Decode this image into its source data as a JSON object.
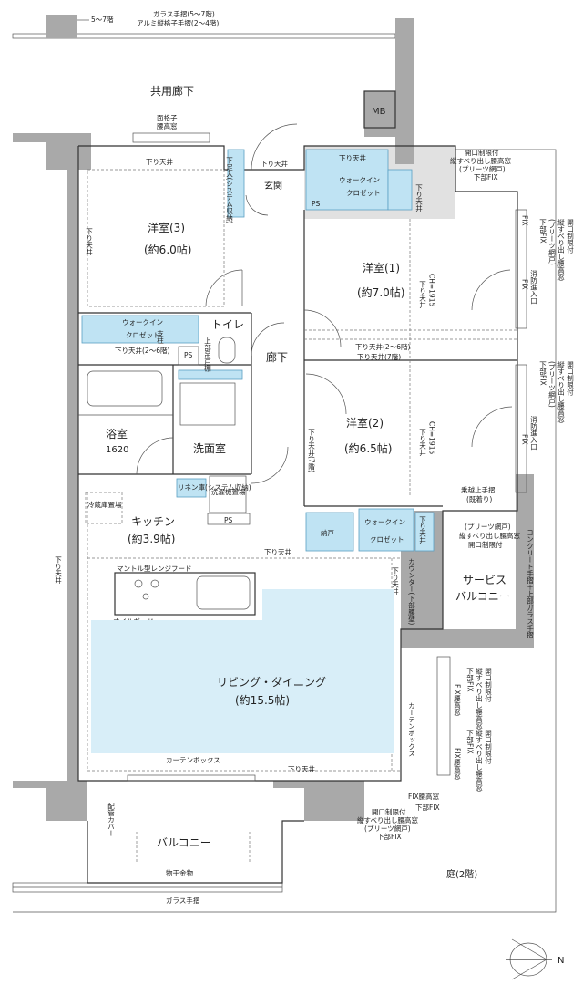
{
  "labels": {
    "railing_upper": "ガラス手摺(5～7階)",
    "railing_lower": "アルミ縦格子手摺(2～4階)",
    "floors_5_7": "5～7階",
    "common_corridor": "共用廊下",
    "mb": "MB",
    "lattice_window_1": "面格子",
    "lattice_window_2": "腰高窓",
    "lowered_ceiling": "下り天井",
    "shoe_storage": "下足入(システム収納)",
    "entrance": "玄関",
    "walkin_closet_1": "ウォークイン",
    "walkin_closet_2": "クロゼット",
    "ps": "PS",
    "bedroom3": "洋室(3)",
    "bedroom3_size": "(約6.0帖)",
    "bedroom1": "洋室(1)",
    "bedroom1_size": "(約7.0帖)",
    "bedroom2": "洋室(2)",
    "bedroom2_size": "(約6.5帖)",
    "window_nw_1": "開口制限付",
    "window_nw_2": "縦すべり出し腰高窓",
    "window_nw_3": "(プリーツ網戸)",
    "window_nw_4": "下部FIX",
    "fix": "FIX",
    "fire_entry": "消防進入口",
    "window_side_1": "開口制限付",
    "window_side_2": "縦すべり出し腰高窓",
    "window_side_3": "(プリーツ網戸)",
    "window_side_4": "下部FIX",
    "ch_1915": "CH=1915",
    "lowered_ceiling_2_6": "下り天井(2～6階)",
    "lowered_ceiling_7": "下り天井(7階)",
    "lowered_ceiling_7_only": "下り天井(7階)",
    "toilet": "トイレ",
    "upper_cabinet": "上部吊戸棚",
    "corridor": "廊下",
    "pillar": "支柱",
    "lowered_ceiling_2_6b": "下り天井(2～6階)",
    "bath": "浴室",
    "bath_size": "1620",
    "washroom": "洗面室",
    "linen": "リネン庫(システム収納)",
    "washer": "洗濯機置場",
    "handrail_outer": "乗越止手摺",
    "handrail_outer_2": "(既着り)",
    "fridge": "冷蔵庫置場",
    "kitchen": "キッチン",
    "kitchen_size": "(約3.9帖)",
    "storage": "納戸",
    "counter": "カウンター(下部腰壁)",
    "service_balcony": "サービス",
    "service_balcony_2": "バルコニー",
    "pleats_screen": "(プリーツ網戸)",
    "window_sb_1": "縦すべり出し腰高窓",
    "window_sb_2": "開口制限付",
    "concrete_handrail": "コンクリート手摺＋上部ガラス手摺",
    "range_hood": "マントル型レンジフード",
    "oil_guard": "オイルガード",
    "ldk": "リビング・ダイニング",
    "ldk_size": "(約15.5帖)",
    "window_ldk_1": "開口制限付",
    "window_ldk_2": "縦すべり出し腰高窓",
    "window_ldk_3": "下部FIX",
    "fix_window": "FIX腰高窓",
    "curtain_box": "カーテンボックス",
    "fix_lower": "下部FIX",
    "window_s_1": "開口制限付",
    "window_s_2": "縦すべり出し腰高窓",
    "window_s_3": "(プリーツ網戸)",
    "window_s_4": "下部FIX",
    "pipe_cover": "配管カバー",
    "balcony": "バルコニー",
    "clothes_hanger": "物干金物",
    "glass_railing": "ガラス手摺",
    "garden": "庭(2階)",
    "north": "N"
  }
}
